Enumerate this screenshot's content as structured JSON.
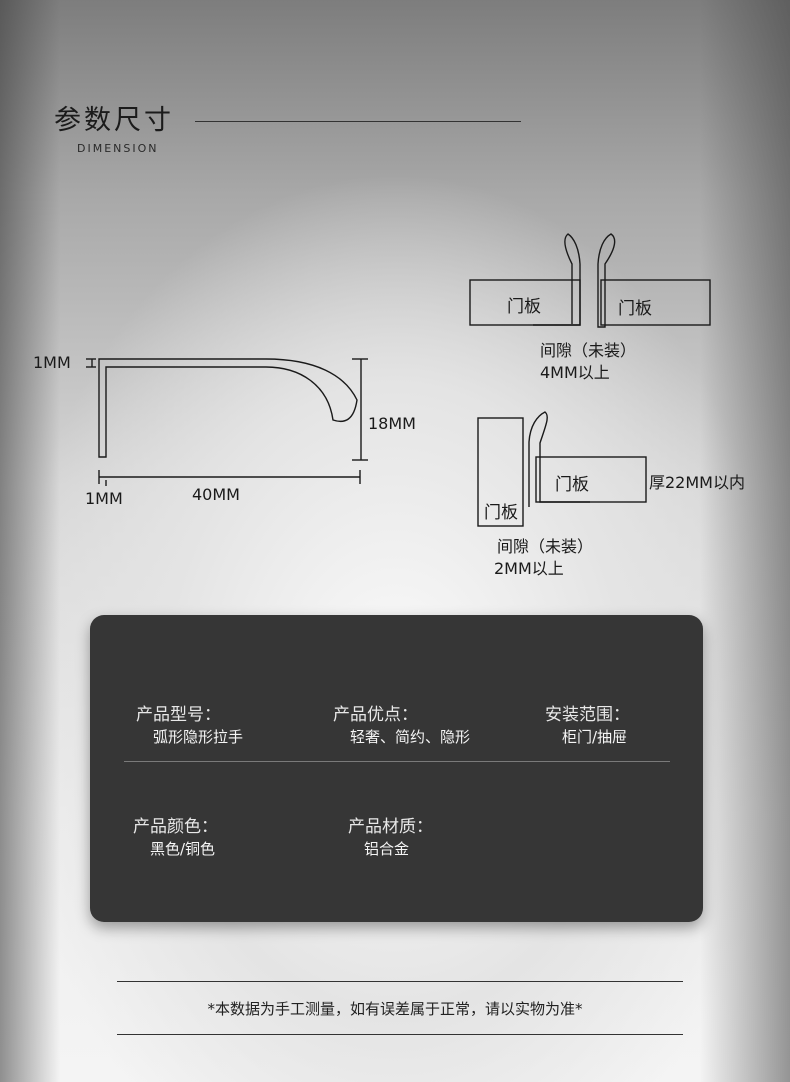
{
  "header": {
    "title": "参数尺寸",
    "subtitle": "DIMENSION"
  },
  "profile": {
    "thickness_top": "1MM",
    "thickness_bottom": "1MM",
    "length": "40MM",
    "height": "18MM"
  },
  "install_top": {
    "door_left": "门板",
    "door_right": "门板",
    "gap_line1": "间隙（未装）",
    "gap_line2": "4MM以上"
  },
  "install_bottom": {
    "door_vertical": "门板",
    "door_horizontal": "门板",
    "thickness_note": "厚22MM以内",
    "gap_line1": "间隙（未装）",
    "gap_line2": "2MM以上"
  },
  "specs": {
    "model_label": "产品型号：",
    "model_value": "弧形隐形拉手",
    "advantages_label": "产品优点：",
    "advantages_value": "轻奢、简约、隐形",
    "scope_label": "安装范围：",
    "scope_value": "柜门/抽屉",
    "color_label": "产品颜色：",
    "color_value": "黑色/铜色",
    "material_label": "产品材质：",
    "material_value": "铝合金"
  },
  "footnote": "*本数据为手工测量，如有误差属于正常，请以实物为准*"
}
